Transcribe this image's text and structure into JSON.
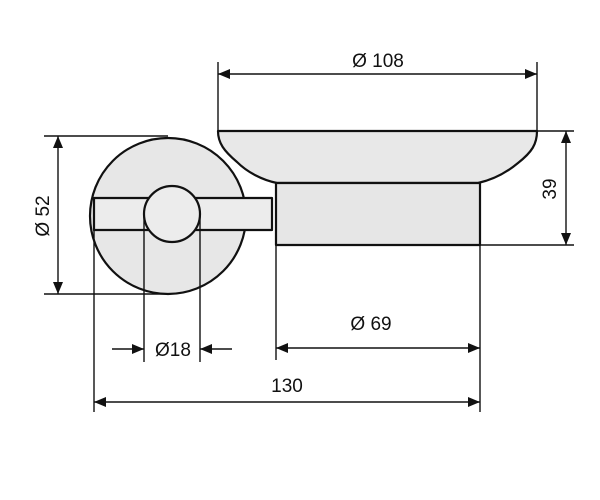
{
  "dimensions": {
    "dish_diameter": "Ø 108",
    "height": "39",
    "wall_plate_diameter": "Ø 52",
    "rod_diameter": "Ø18",
    "holder_diameter": "Ø 69",
    "overall_projection": "130"
  },
  "colors": {
    "line": "#111111",
    "dish_fill": "#e8e8e8",
    "holder_fill": "#e6e6e6",
    "plate_fill": "#e7e7e7",
    "rod_fill": "#ececec"
  }
}
